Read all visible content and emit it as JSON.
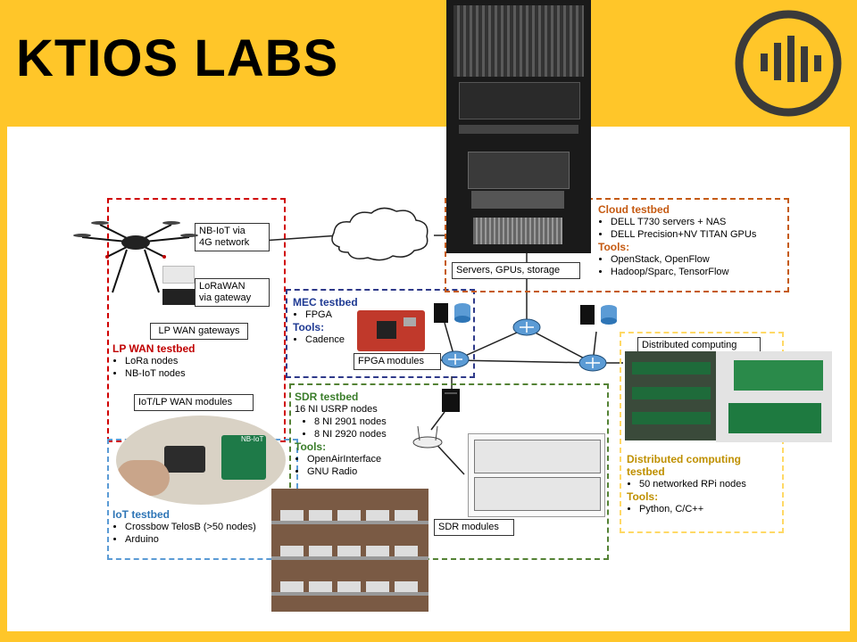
{
  "title": "KTIOS LABS",
  "colors": {
    "background": "#ffc629",
    "logo_ring": "#3a3a3a"
  },
  "boxes": {
    "nbiot": "NB-IoT via\n4G network",
    "lorawan": "LoRaWAN\nvia gateway",
    "lp_gateways": "LP WAN gateways",
    "iot_modules": "IoT/LP WAN modules",
    "fpga_modules": "FPGA modules",
    "servers": "Servers, GPUs, storage",
    "distributed": "Distributed computing",
    "sdr_modules": "SDR modules"
  },
  "lpwan": {
    "heading": "LP WAN testbed",
    "items": [
      "LoRa nodes",
      "NB-IoT nodes"
    ]
  },
  "mec": {
    "heading": "MEC testbed",
    "items": [
      "FPGA"
    ],
    "tools_label": "Tools:",
    "tools": [
      "Cadence"
    ]
  },
  "cloud": {
    "heading": "Cloud testbed",
    "items": [
      "DELL T730 servers + NAS",
      "DELL Precision+NV TITAN GPUs"
    ],
    "tools_label": "Tools:",
    "tools": [
      "OpenStack, OpenFlow",
      "Hadoop/Sparc, TensorFlow"
    ]
  },
  "sdr": {
    "heading": "SDR testbed",
    "line1": "16 NI USRP nodes",
    "items": [
      "8 NI 2901 nodes",
      "8 NI 2920 nodes"
    ],
    "tools_label": "Tools:",
    "tools": [
      "OpenAirInterface",
      "GNU Radio"
    ]
  },
  "iot": {
    "heading": "IoT testbed",
    "items": [
      "Crossbow TelosB (>50 nodes)",
      "Arduino"
    ]
  },
  "dist": {
    "heading": "Distributed computing testbed",
    "items": [
      "50 networked RPi nodes"
    ],
    "tools_label": "Tools:",
    "tools": [
      "Python, C/C++"
    ]
  },
  "photo_labels": {
    "nbiot_board": "NB-IoT"
  }
}
